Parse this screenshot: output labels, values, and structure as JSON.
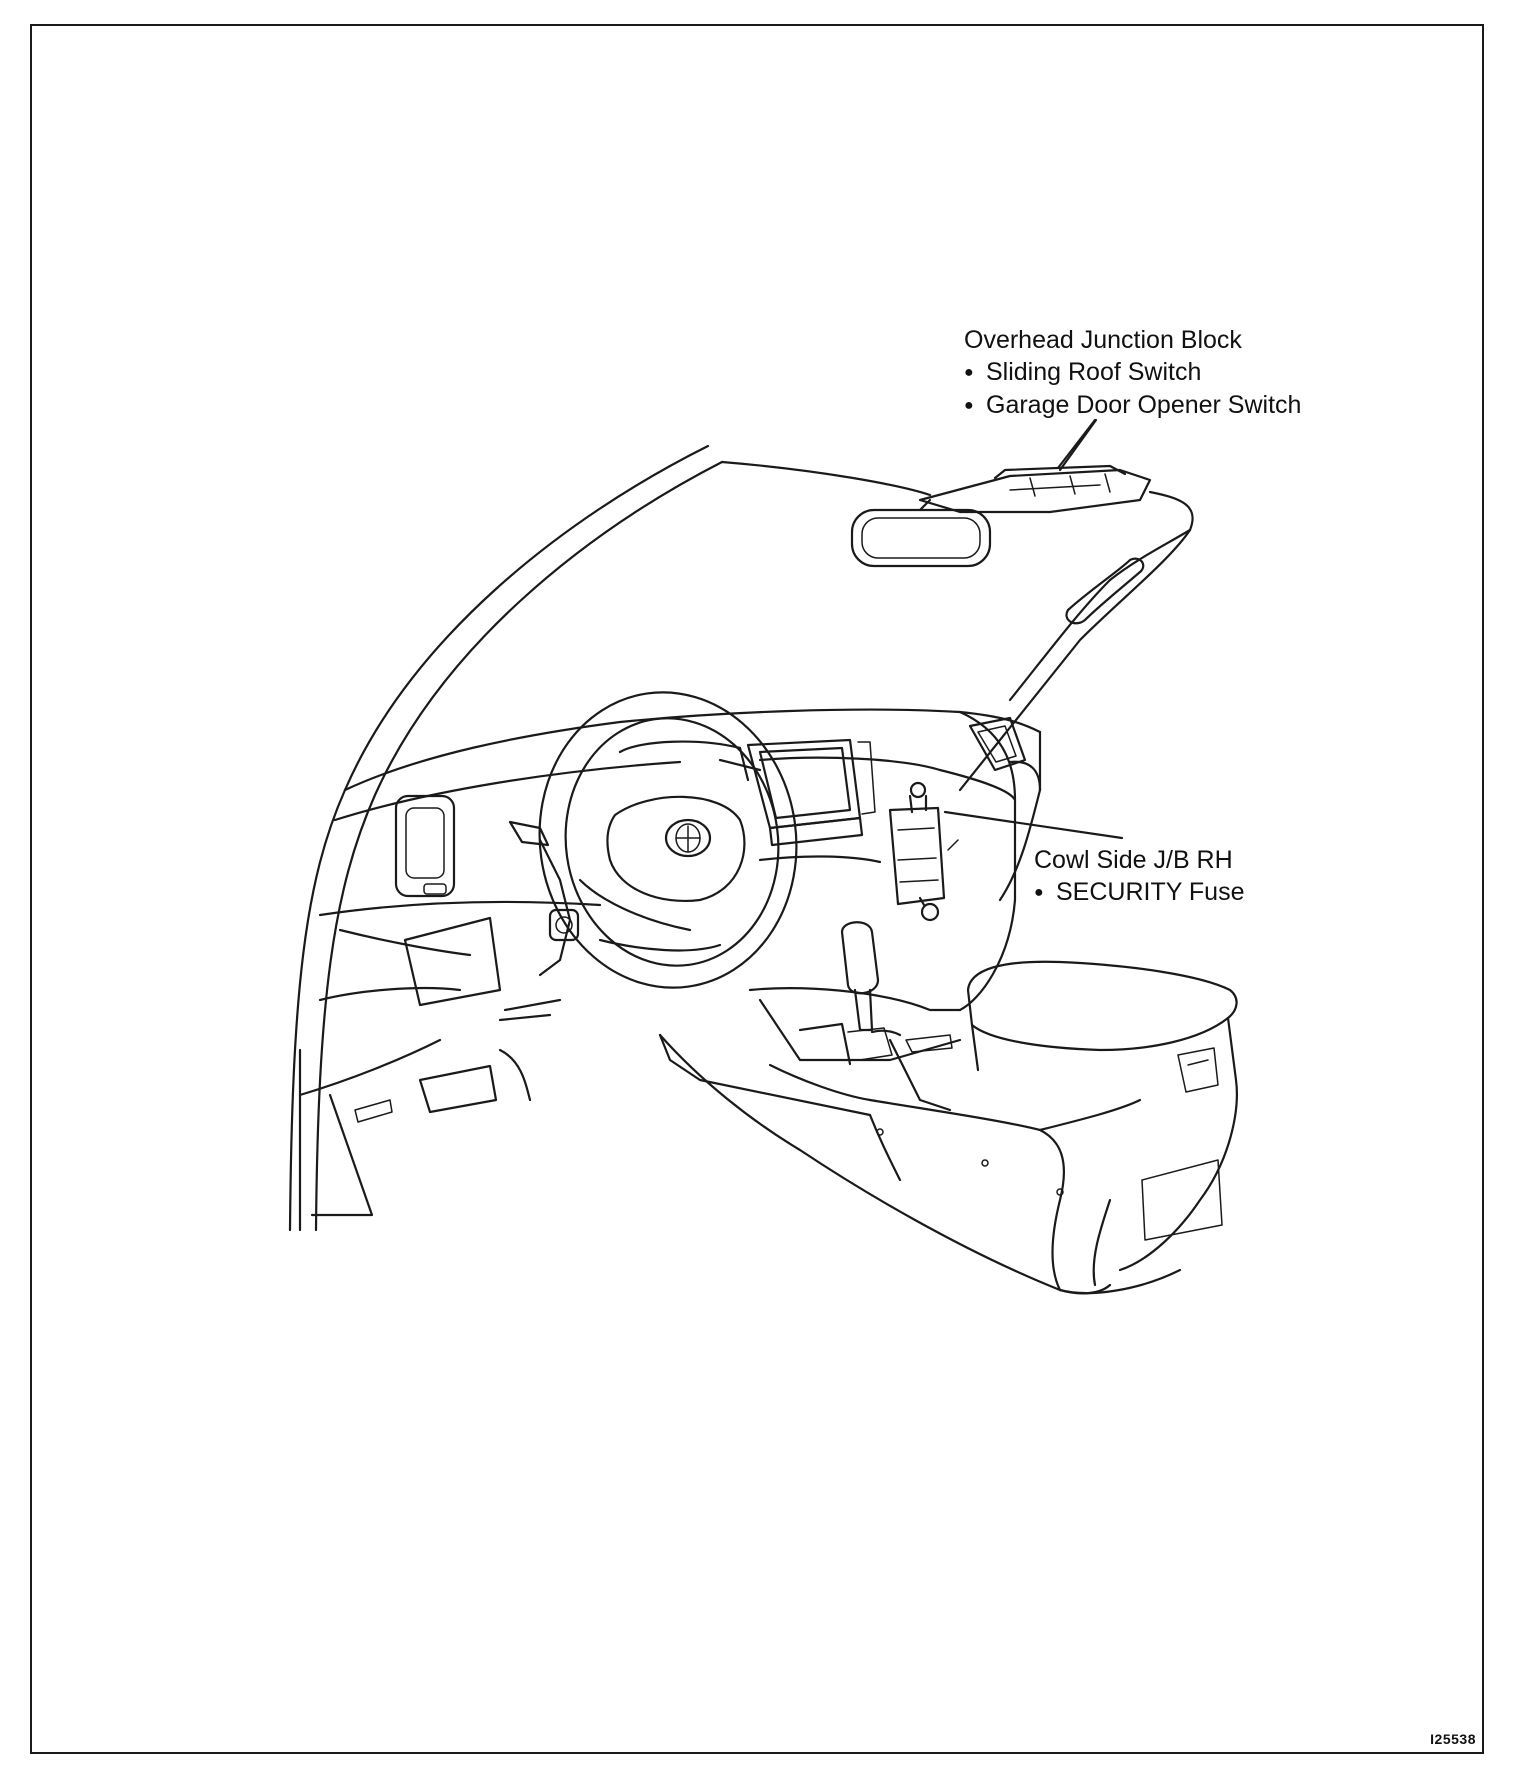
{
  "callouts": {
    "overhead_junction_block": {
      "title": "Overhead Junction Block",
      "items": [
        "Sliding Roof Switch",
        "Garage Door Opener Switch"
      ]
    },
    "cowl_side_jb_rh": {
      "title": "Cowl Side J/B RH",
      "items": [
        "SECURITY Fuse"
      ]
    }
  },
  "figure_id": "I25538"
}
